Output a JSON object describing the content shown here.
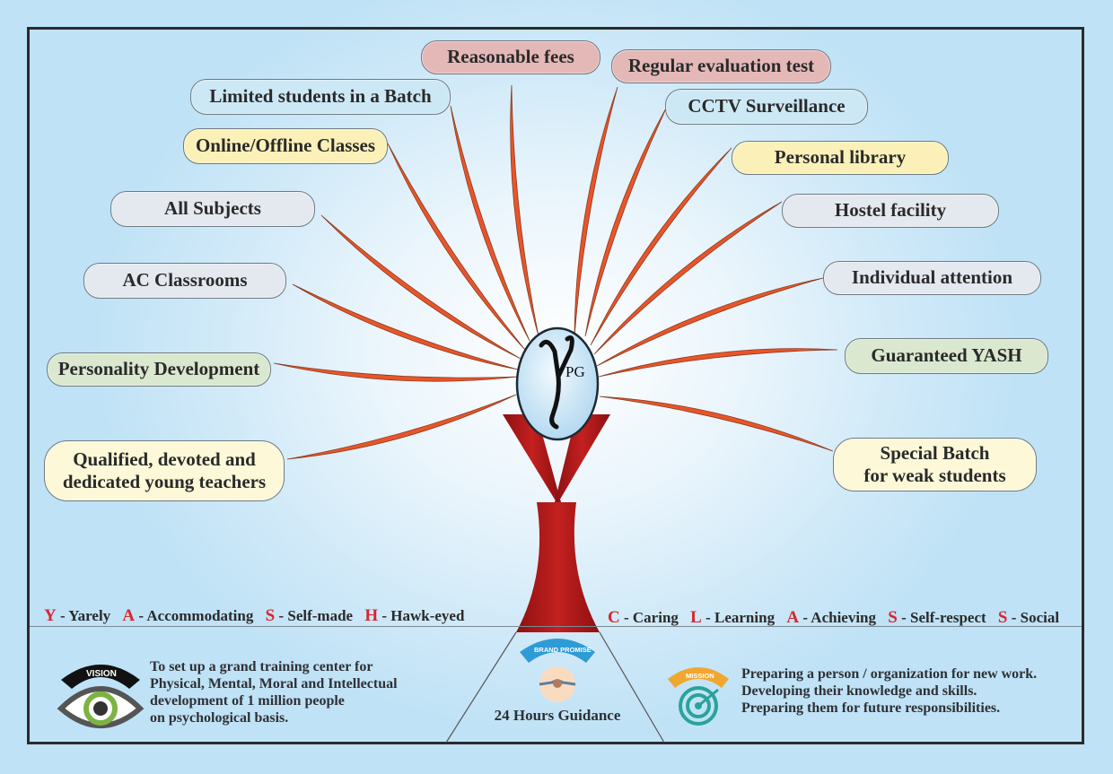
{
  "logo": {
    "text": "Y",
    "subtext": "PG"
  },
  "branches_left": [
    {
      "label": "Limited students in a Batch",
      "color": "blue"
    },
    {
      "label": "Online/Offline Classes",
      "color": "yellow"
    },
    {
      "label": "All Subjects",
      "color": "grey"
    },
    {
      "label": "AC Classrooms",
      "color": "grey"
    },
    {
      "label": "Personality Development",
      "color": "green"
    },
    {
      "label": "Qualified, devoted and dedicated young teachers",
      "color": "cream"
    }
  ],
  "branches_top": [
    {
      "label": "Reasonable fees",
      "color": "pink"
    },
    {
      "label": "Regular evaluation test",
      "color": "pink"
    }
  ],
  "branches_right": [
    {
      "label": "CCTV Surveillance",
      "color": "blue"
    },
    {
      "label": "Personal library",
      "color": "yellow"
    },
    {
      "label": "Hostel facility",
      "color": "grey"
    },
    {
      "label": "Individual attention",
      "color": "grey"
    },
    {
      "label": "Guaranteed YASH",
      "color": "green"
    },
    {
      "label": "Special Batch for weak students",
      "color": "cream"
    }
  ],
  "labels": {
    "limited": "Limited students in a Batch",
    "online": "Online/Offline Classes",
    "subjects": "All Subjects",
    "ac": "AC Classrooms",
    "personality": "Personality Development",
    "qualified_1": "Qualified, devoted and",
    "qualified_2": "dedicated young teachers",
    "fees": "Reasonable fees",
    "evaluation": "Regular evaluation test",
    "cctv": "CCTV Surveillance",
    "library": "Personal library",
    "hostel": "Hostel facility",
    "attention": "Individual attention",
    "yash": "Guaranteed YASH",
    "special_1": "Special Batch",
    "special_2": "for weak students"
  },
  "acronym_left": [
    {
      "letter": "Y",
      "meaning": "- Yarely"
    },
    {
      "letter": "A",
      "meaning": "- Accommodating"
    },
    {
      "letter": "S",
      "meaning": "- Self-made"
    },
    {
      "letter": "H",
      "meaning": "- Hawk-eyed"
    }
  ],
  "acronym_right": [
    {
      "letter": "C",
      "meaning": "- Caring"
    },
    {
      "letter": "L",
      "meaning": "- Learning"
    },
    {
      "letter": "A",
      "meaning": "- Achieving"
    },
    {
      "letter": "S",
      "meaning": "- Self-respect"
    },
    {
      "letter": "S",
      "meaning": "- Social"
    }
  ],
  "vision": {
    "badge": "VISION",
    "lines": [
      "To set up a grand training center for",
      "Physical, Mental, Moral and Intellectual",
      "development of 1 million people",
      "on psychological basis."
    ]
  },
  "brand_promise": {
    "badge": "BRAND PROMISE",
    "text": "24 Hours Guidance"
  },
  "mission": {
    "badge": "MISSION",
    "lines": [
      "Preparing a person / organization for new work.",
      "Developing their knowledge and skills.",
      "Preparing them for future responsibilities."
    ]
  },
  "colors": {
    "branch": "#e8552a",
    "trunk": "#b01c1c",
    "accent_red": "#d9262e",
    "vision_green": "#7cb342",
    "mission_teal": "#2aa39a",
    "mission_orange": "#f0a732",
    "promise_blue": "#2e9bd6"
  }
}
